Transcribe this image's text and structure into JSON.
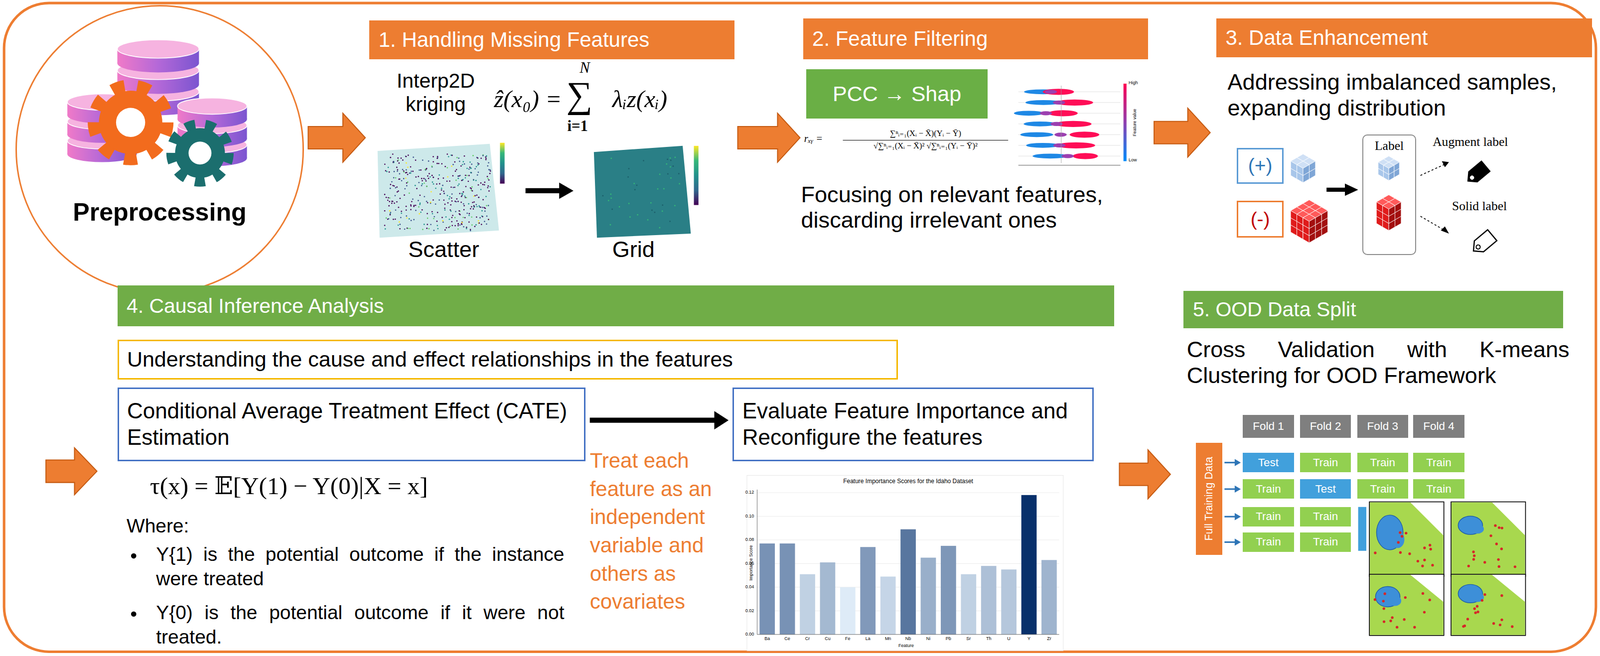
{
  "diagram": {
    "nodes": [
      {
        "text": [
          "Preprocessing"
        ]
      },
      {
        "text": [
          "1. Handling Missing Features"
        ]
      },
      {
        "text": [
          "2. Feature Filtering"
        ]
      },
      {
        "text": [
          "PCC → Shap"
        ]
      },
      {
        "text": [
          "3. Data Enhancement"
        ]
      },
      {
        "text": [
          "(+)"
        ]
      },
      {
        "text": [
          "(-)"
        ]
      },
      {
        "text": [
          "Label"
        ]
      },
      {
        "text": [
          "4. Causal Inference Analysis"
        ]
      },
      {
        "text": [
          "Understanding the cause and effect relationships in the features"
        ]
      },
      {
        "text": [
          "Conditional Average Treatment Effect (CATE) Estimation"
        ]
      },
      {
        "text": [
          "Evaluate Feature Importance and Reconfigure the features"
        ]
      },
      {
        "text": [
          "5. OOD Data Split"
        ]
      },
      {
        "text": [
          "Fold 1"
        ]
      },
      {
        "text": [
          "Fold 2"
        ]
      },
      {
        "text": [
          "Fold 3"
        ]
      },
      {
        "text": [
          "Fold 4"
        ]
      },
      {
        "text": [
          "Full Training Data"
        ]
      },
      {
        "text": [
          "Test"
        ]
      },
      {
        "text": [
          "Train"
        ]
      },
      {
        "text": [
          "Train"
        ]
      },
      {
        "text": [
          "Train"
        ]
      },
      {
        "text": [
          "Train"
        ]
      },
      {
        "text": [
          "Test"
        ]
      },
      {
        "text": [
          "Train"
        ]
      },
      {
        "text": [
          "Train"
        ]
      },
      {
        "text": [
          "Train"
        ]
      },
      {
        "text": [
          "Train"
        ]
      },
      {
        "text": [
          "Train"
        ]
      },
      {
        "text": [
          "Train"
        ]
      }
    ],
    "edges": [
      {
        "from": 0,
        "to": 1,
        "arrow": "to"
      },
      {
        "from": 1,
        "to": 2,
        "arrow": "to"
      },
      {
        "from": 2,
        "to": 4,
        "arrow": "to"
      },
      {
        "from": 10,
        "to": 11,
        "arrow": "to"
      },
      {
        "from": 11,
        "to": 17,
        "arrow": "to"
      },
      {
        "from": 17,
        "to": 18,
        "arrow": "to"
      },
      {
        "from": 17,
        "to": 22,
        "arrow": "to"
      },
      {
        "from": 17,
        "to": 26,
        "arrow": "to"
      },
      {
        "from": 17,
        "to": 28,
        "arrow": "to"
      }
    ],
    "labels": [
      "Interp2D kriging",
      "ẑ(x₀) =",
      "N",
      "∑",
      "i=1",
      "λᵢz(xᵢ)",
      "Scatter",
      "Grid",
      "rₓᵧ =",
      "∑ⁿᵢ₌₁(Xᵢ − X̄)(Yᵢ − Ȳ)",
      "√∑ⁿᵢ₌₁(Xᵢ − X̄)² √∑ⁿᵢ₌₁(Yᵢ − Ȳ)²",
      "High",
      "Feature value",
      "Low",
      "Focusing on relevant features, discarding irrelevant ones",
      "Addressing imbalanced samples, expanding distribution",
      "Augment label",
      "Solid label",
      "τ(x) = 𝔼[Y(1) − Y(0)|X = x]",
      "Where:",
      "Y{1) is the potential outcome if the instance were treated",
      "Y{0) is the potential outcome if it were not treated.",
      "Treat each feature as an independent variable and others as covariates",
      "Feature Importance Scores for the Idaho Dataset",
      "Importance Score",
      "Feature",
      "0.00",
      "0.02",
      "0.04",
      "0.06",
      "0.08",
      "0.10",
      "0.12",
      "Ba",
      "Ce",
      "Cr",
      "Cu",
      "Fe",
      "La",
      "Mn",
      "Nb",
      "Ni",
      "Pb",
      "Sr",
      "Th",
      "U",
      "Y",
      "Zr",
      "Cross Validation with K-means Clustering for OOD Framework"
    ]
  }
}
